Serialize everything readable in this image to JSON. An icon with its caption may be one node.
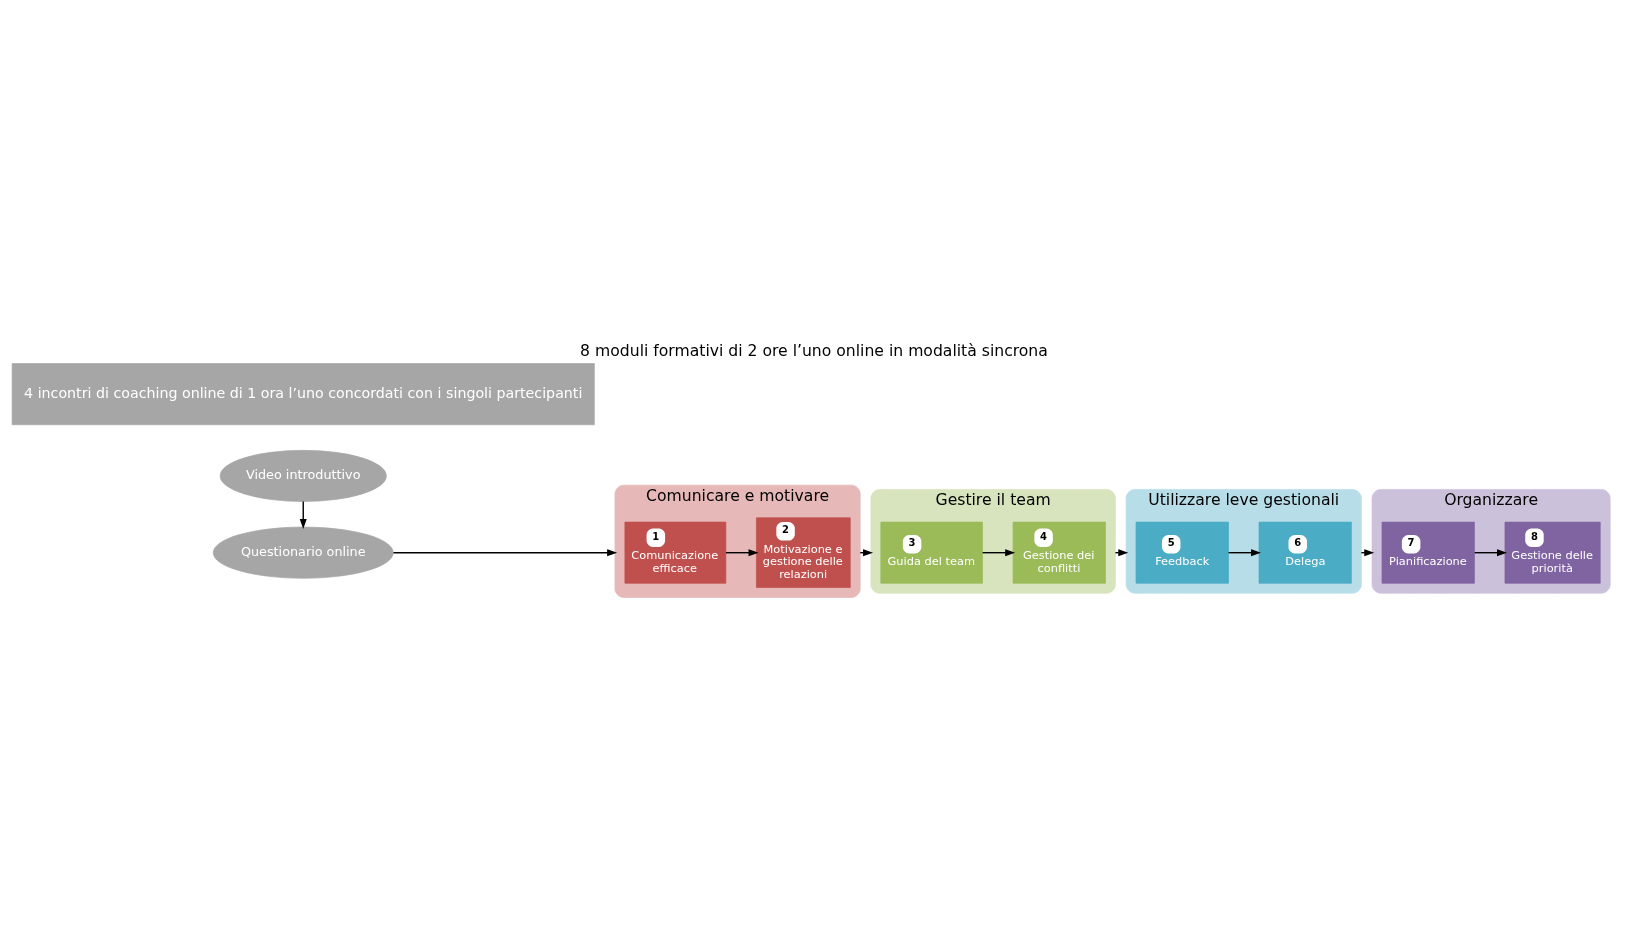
{
  "diagram": {
    "title": "8 moduli formativi di 2 ore l’uno online in modalità sincrona",
    "nodes": [
      {
        "text": [
          "Video introduttivo"
        ]
      },
      {
        "text": [
          "Questionario online"
        ]
      },
      {
        "text": [
          "Comunicare e motivare"
        ]
      },
      {
        "text": [
          "1",
          "Comunicazione efficace"
        ],
        "in": 2
      },
      {
        "text": [
          "2",
          "Motivazione e gestione delle relazioni"
        ],
        "in": 2
      },
      {
        "text": [
          "Gestire il team"
        ]
      },
      {
        "text": [
          "3",
          "Guida del team"
        ],
        "in": 5
      },
      {
        "text": [
          "4",
          "Gestione dei conflitti"
        ],
        "in": 5
      },
      {
        "text": [
          "Utilizzare leve gestionali"
        ]
      },
      {
        "text": [
          "5",
          "Feedback"
        ],
        "in": 8
      },
      {
        "text": [
          "6",
          "Delega"
        ],
        "in": 8
      },
      {
        "text": [
          "Organizzare"
        ]
      },
      {
        "text": [
          "7",
          "Pianificazione"
        ],
        "in": 11
      },
      {
        "text": [
          "8",
          "Gestione delle priorità"
        ],
        "in": 11
      },
      {
        "text": [
          "4 incontri di coaching online di 1 ora l’uno concordati con i singoli partecipanti"
        ]
      }
    ],
    "edges": [
      {
        "from": 0,
        "to": 1,
        "arrow": "to"
      },
      {
        "from": 1,
        "to": 2,
        "arrow": "to"
      },
      {
        "from": 3,
        "to": 4,
        "arrow": "to"
      },
      {
        "from": 2,
        "to": 5,
        "arrow": "to"
      },
      {
        "from": 6,
        "to": 7,
        "arrow": "to"
      },
      {
        "from": 5,
        "to": 8,
        "arrow": "to"
      },
      {
        "from": 9,
        "to": 10,
        "arrow": "to"
      },
      {
        "from": 8,
        "to": 11,
        "arrow": "to"
      },
      {
        "from": 12,
        "to": 13,
        "arrow": "to"
      }
    ]
  }
}
